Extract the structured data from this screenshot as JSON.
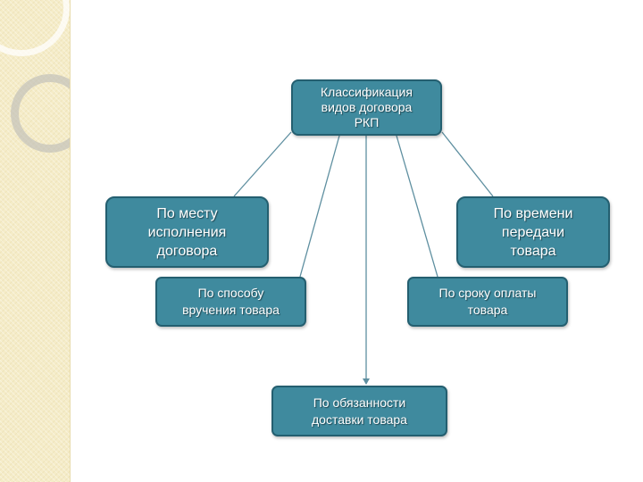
{
  "diagram": {
    "root": {
      "label": "Классификация\nвидов договора\nРКП"
    },
    "criteria": {
      "place": {
        "label": "По месту\nисполнения\nдоговора"
      },
      "time": {
        "label": "По времени\nпередачи\nтовара"
      },
      "delivery_method": {
        "label": "По способу\nвручения товара"
      },
      "payment_term": {
        "label": "По сроку оплаты\nтовара"
      },
      "delivery_duty": {
        "label": "По обязанности\nдоставки товара"
      }
    }
  },
  "colors": {
    "node_fill": "#3f8a9e",
    "node_border": "#245f70",
    "node_text": "#ffffff",
    "connector": "#5e8fa0",
    "side_band": "#f5ecc8"
  }
}
